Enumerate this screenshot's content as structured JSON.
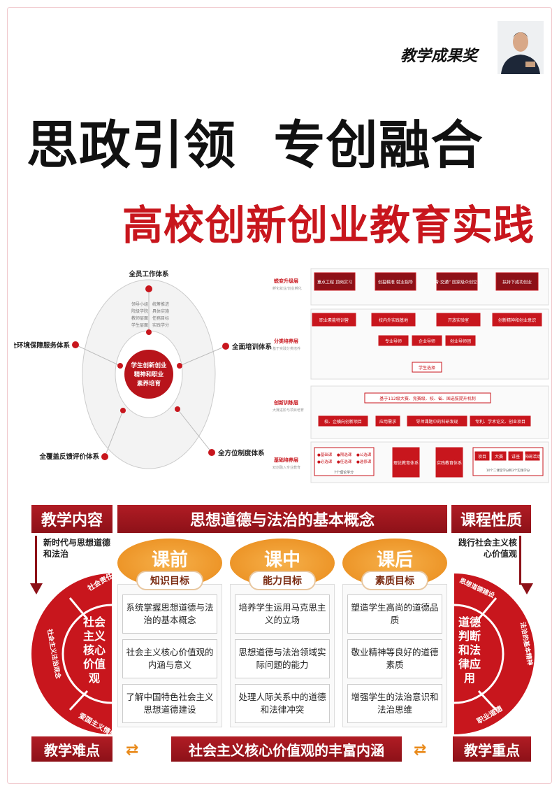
{
  "header": {
    "award": "教学成果奖",
    "title": "思政引领  专创融合",
    "subtitle": "高校创新创业教育实践"
  },
  "wheel": {
    "center": [
      "学生创新创业",
      "精神和职业",
      "素养培育"
    ],
    "systems": [
      "全员工作体系",
      "全面培训体系",
      "全方位制度体系",
      "全覆盖反馈评价体系",
      "全环境保障服务体系"
    ],
    "inner_top": [
      "领导小组",
      "院级学院",
      "教师层面",
      "学生层面",
      "统筹推进",
      "具体实施",
      "任務目标",
      "实践学分"
    ]
  },
  "flow": {
    "layers": [
      {
        "name": "蜕变升级层",
        "desc": "孵化就业/创业孵化"
      },
      {
        "name": "分类培养层",
        "desc": "基于实践分类培养"
      },
      {
        "name": "创新训练层",
        "desc": "大赛进阶与项目培育"
      },
      {
        "name": "基础培养层",
        "desc": "双创融入专业教育"
      }
    ],
    "row1": [
      "重点工程 顶岗实习",
      "创投精准 就业指导",
      "“青·交通” 国家级众创空间",
      "扶持下成功创业"
    ],
    "row2": [
      "职业素能特训营",
      "校内外实践基地",
      "开放实验室",
      "创新精神和创业意识"
    ],
    "row3": [
      "专业导师",
      "企业导师",
      "创业导师团"
    ],
    "select": "学生选择",
    "mechanism": "基于112级大赛、竞赛级、校、省、国选拔提升机制",
    "row4": [
      "校、企横向创新项目",
      "应用需求",
      "导师课题中的科研发现",
      "专利、学术论文、创业项目"
    ],
    "courses": [
      "●基础课",
      "●限选课",
      "●公选课",
      "●必选课",
      "●任选课",
      "●选修课"
    ],
    "course_credit": "7个理论学分",
    "theory": "理论教育体系",
    "practice": "实践教育体系",
    "practice_items": [
      "项目",
      "大赛",
      "讲座",
      "科研活动"
    ],
    "practice_credit": "10个二课堂学分和3个实践学分"
  },
  "course": {
    "left_header": "教学内容",
    "center_header": "思想道德与法治的基本概念",
    "right_header": "课程性质",
    "left_note": "新时代与思想道德和法治",
    "right_note": "践行社会主义核心价值观",
    "stages": [
      {
        "name": "课前",
        "goal": "知识目标",
        "items": [
          "系统掌握思想道德与法治的基本概念",
          "社会主义核心价值观的内涵与意义",
          "了解中国特色社会主义思想道德建设"
        ]
      },
      {
        "name": "课中",
        "goal": "能力目标",
        "items": [
          "培养学生运用马克思主义的立场",
          "思想道德与法治领域实际问题的能力",
          "处理人际关系中的道德和法律冲突"
        ]
      },
      {
        "name": "课后",
        "goal": "素质目标",
        "items": [
          "塑造学生高尚的道德品质",
          "敬业精神等良好的道德素质",
          "增强学生的法治意识和法治思维"
        ]
      }
    ],
    "left_core": "社会主义核心价值观",
    "left_arcs": [
      "社会责任感",
      "社会主义法治观念",
      "爱国主义情感"
    ],
    "right_core": "道德判断和法律应用",
    "right_arcs": [
      "思想道德建设",
      "法治的基本精神",
      "职业道德"
    ],
    "footer_left": "教学难点",
    "footer_center": "社会主义核心价值观的丰富内涵",
    "footer_right": "教学重点",
    "swap_glyph": "⇄"
  },
  "colors": {
    "red": "#c8161d",
    "dark_red": "#8d1118",
    "orange": "#e98a1a"
  }
}
